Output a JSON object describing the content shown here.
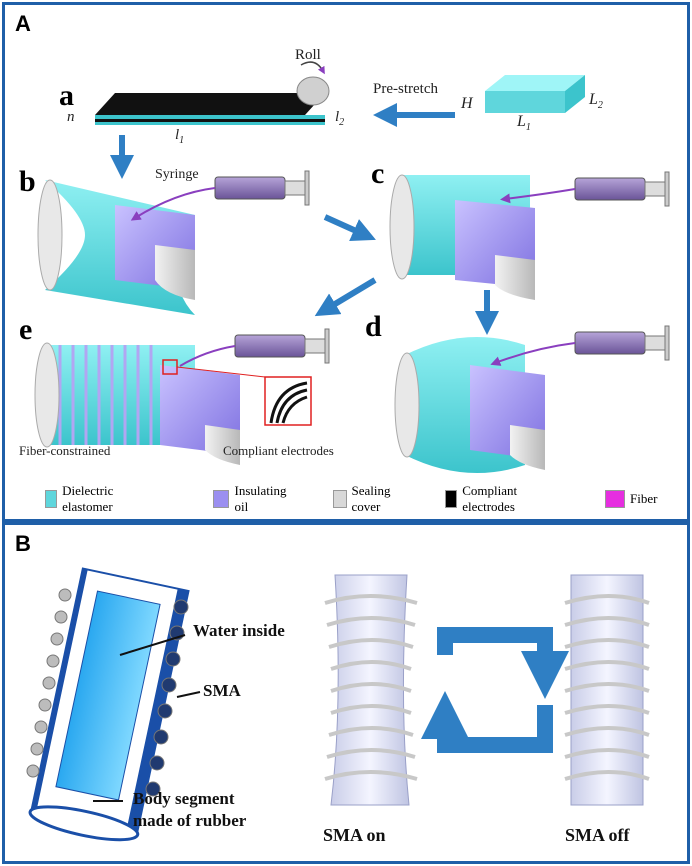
{
  "panel_a": {
    "label": "A",
    "sub_labels": {
      "a": "a",
      "b": "b",
      "c": "c",
      "d": "d",
      "e": "e"
    },
    "text": {
      "roll": "Roll",
      "pre_stretch": "Pre-stretch",
      "n": "n",
      "l1": "l",
      "l1_sub": "1",
      "l2": "l",
      "l2_sub": "2",
      "H": "H",
      "L1": "L",
      "L1_sub": "1",
      "L2": "L",
      "L2_sub": "2",
      "syringe": "Syringe",
      "fiber_constrained": "Fiber-constrained",
      "compliant_electrodes": "Compliant electrodes"
    },
    "legend": [
      {
        "label": "Dielectric elastomer",
        "color": "#5fd6dc"
      },
      {
        "label": "Insulating oil",
        "color": "#9b8ff0"
      },
      {
        "label": "Sealing cover",
        "color": "#d8d8d8"
      },
      {
        "label": "Compliant electrodes",
        "color": "#000000"
      },
      {
        "label": "Fiber",
        "color": "#e62ee0"
      }
    ]
  },
  "panel_b": {
    "label": "B",
    "text": {
      "water_inside": "Water inside",
      "sma": "SMA",
      "body_segment_line1": "Body segment",
      "body_segment_line2": "made of rubber",
      "sma_on": "SMA on",
      "sma_off": "SMA off"
    }
  },
  "colors": {
    "frame": "#1f5fa8",
    "arrow": "#2f7fc4",
    "elastomer": "#5fd6dc",
    "oil": "#9b8ff0",
    "syringe": "#7a62a8"
  }
}
